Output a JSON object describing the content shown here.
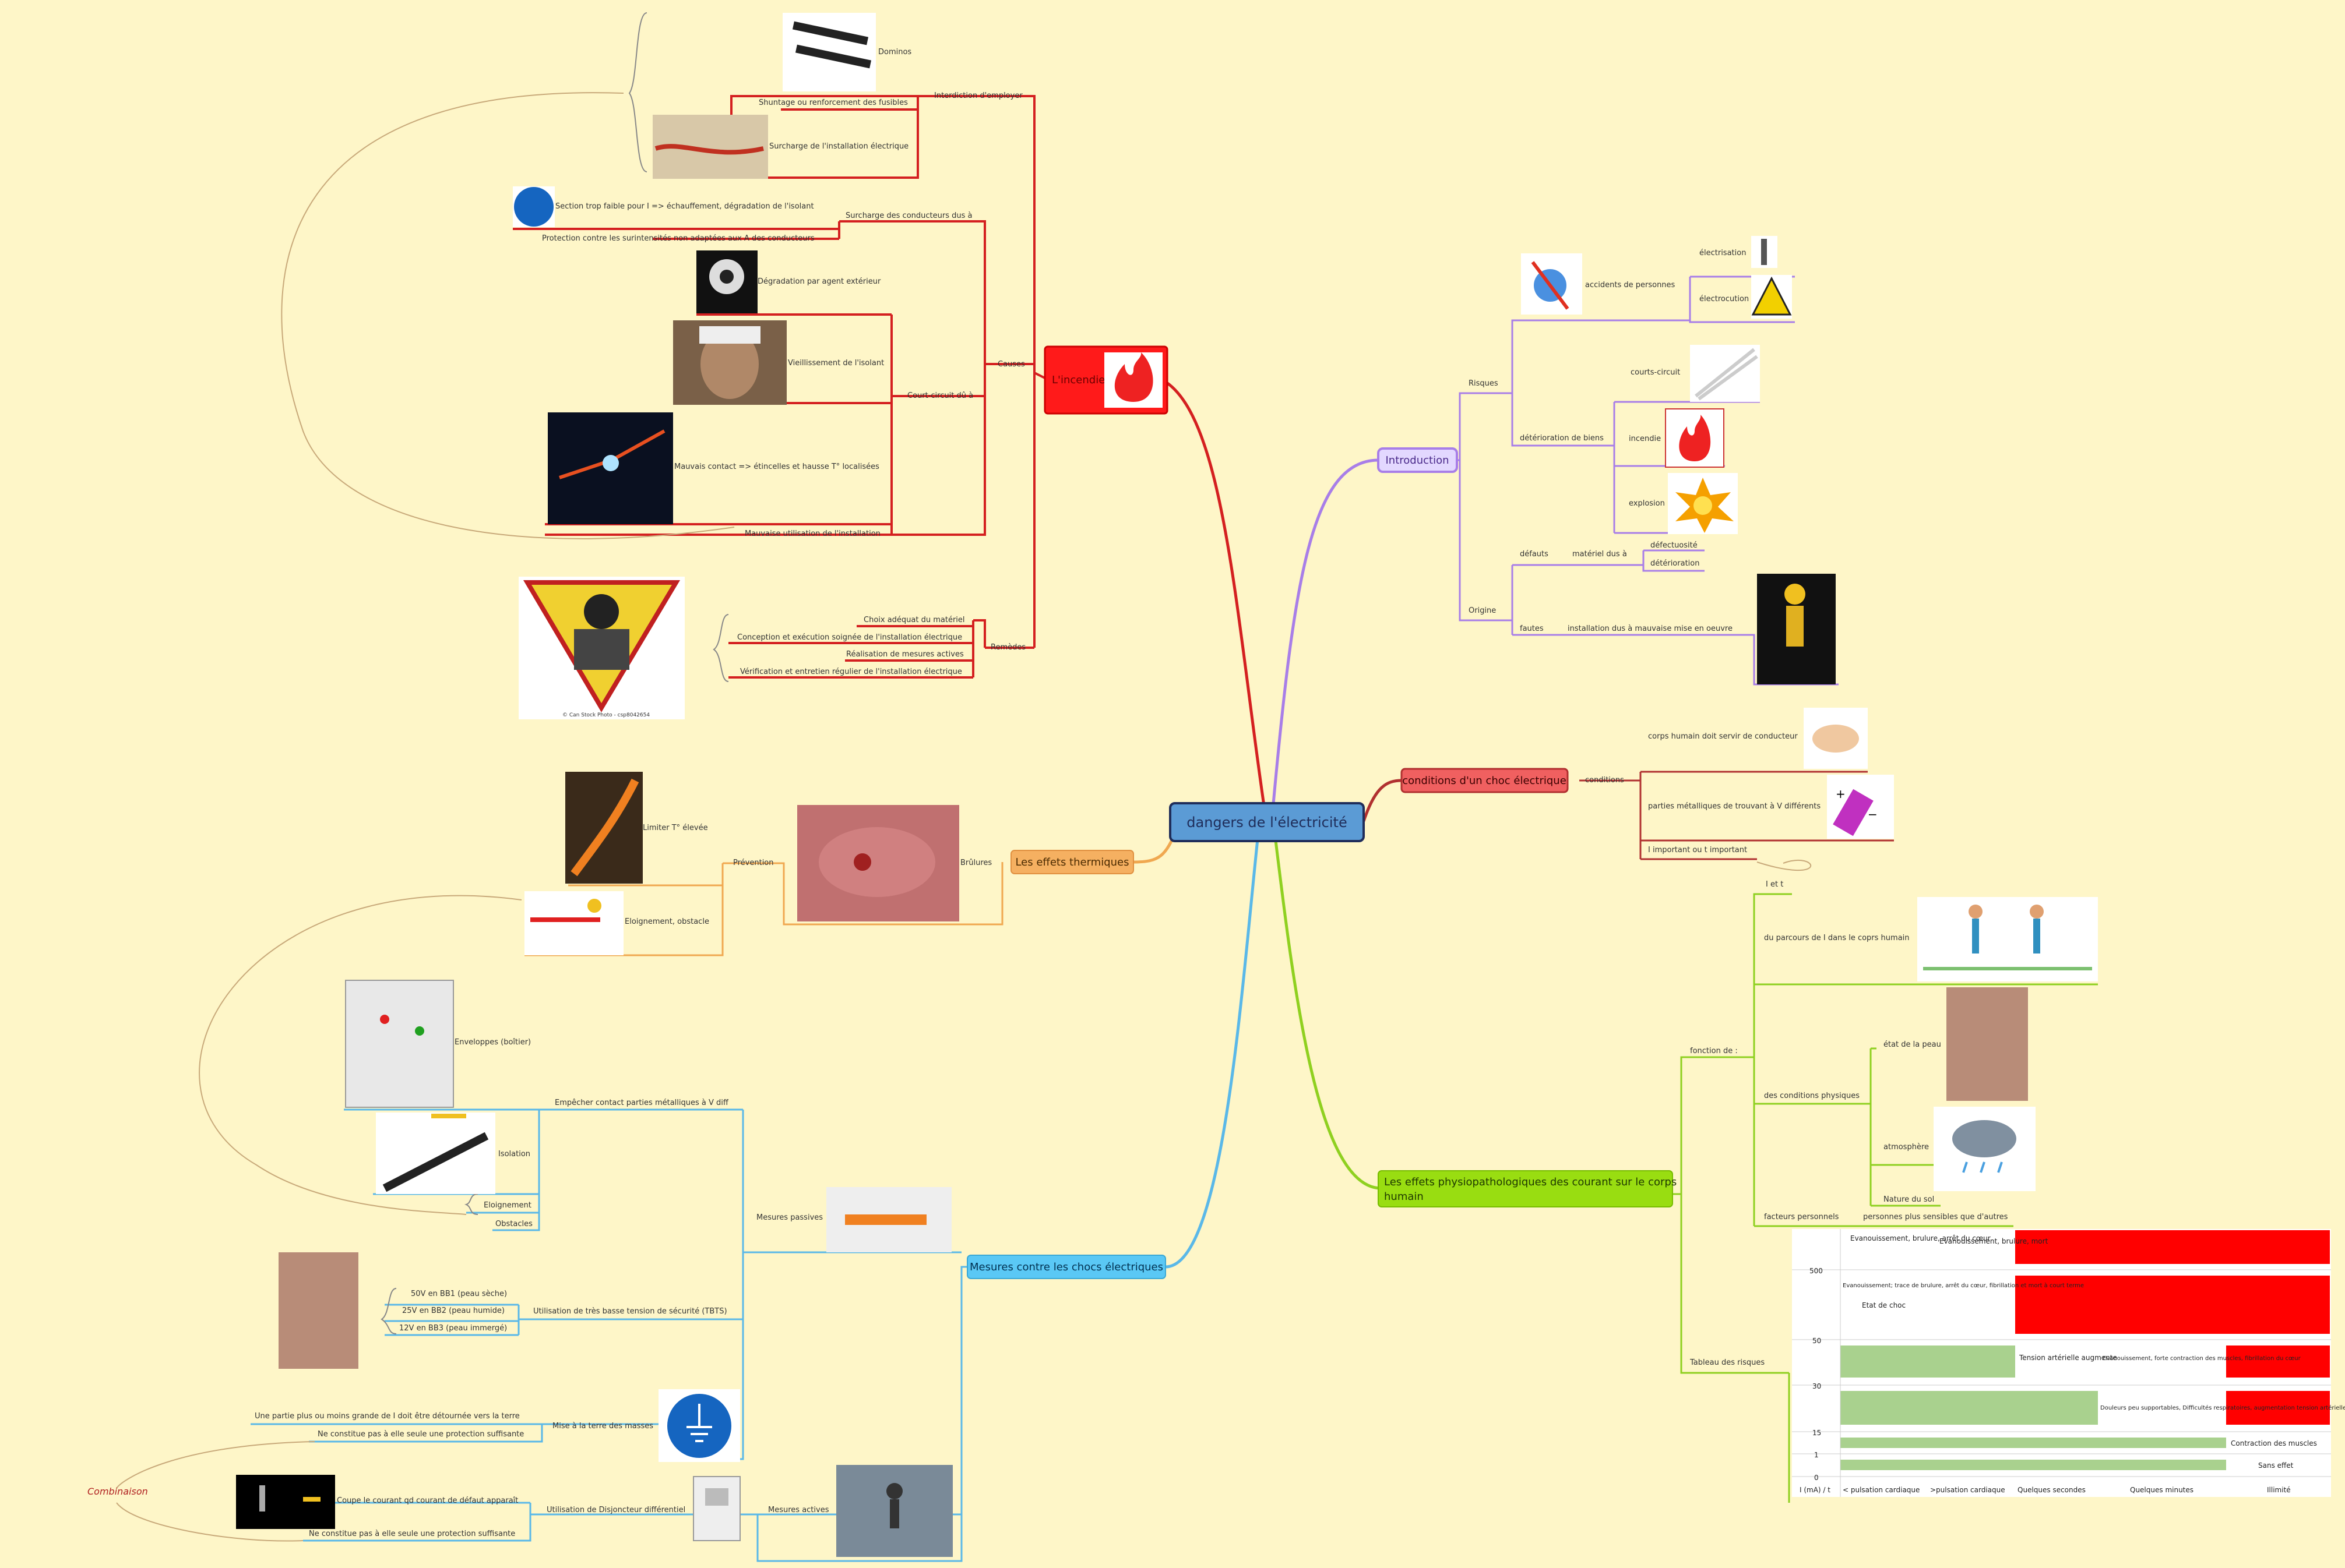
{
  "central": "dangers de l'électricité",
  "colors": {
    "background": "#fef6c8",
    "incendie": "#d42020",
    "intro": "#a87ee8",
    "choc": "#b03030",
    "physio": "#8fd020",
    "thermiques": "#f0a850",
    "mesures": "#5ab8e8",
    "central": "#5b9bd5"
  },
  "incendie": {
    "title": "L'incendie",
    "interdiction": "Interdiction d'employer",
    "dominos": "Dominos",
    "shuntage": "Shuntage ou renforcement des fusibles",
    "surcharge_install": "Surcharge de l'installation électrique",
    "causes": "Causes",
    "surcharge_cond": "Surcharge des conducteurs dus à",
    "section": "Section trop faible pour I => échauffement, dégradation de l'isolant",
    "protection": "Protection contre les surintensités non adaptées aux A des conducteurs",
    "court_circuit": "Court-circuit dû à",
    "degradation": "Dégradation par agent extérieur",
    "vieillissement": "Vieillissement de l'isolant",
    "mauvais_contact": "Mauvais contact => étincelles et hausse T° localisées",
    "mauvaise_util": "Mauvaise utilisation de l'installation",
    "remedes": "Remèdes",
    "choix": "Choix adéquat du matériel",
    "conception": "Conception et exécution soignée de l'installation électrique",
    "realisation": "Réalisation de mesures actives",
    "verification": "Vérification et entretien régulier de l'installation électrique",
    "canstock": "© Can Stock Photo - csp8042654"
  },
  "intro": {
    "title": "Introduction",
    "risques": "Risques",
    "accidents": "accidents de personnes",
    "electrisation": "électrisation",
    "electrocution": "électrocution",
    "deterioration_biens": "détérioration de biens",
    "courts_circuit": "courts-circuit",
    "incendie": "incendie",
    "explosion": "explosion",
    "origine": "Origine",
    "defauts": "défauts",
    "materiel": "matériel dus à",
    "defectuosite": "défectuosité",
    "deterioration": "détérioration",
    "fautes": "fautes",
    "installation": "installation dus à mauvaise mise en oeuvre"
  },
  "choc": {
    "title": "conditions d'un choc électrique",
    "conditions": "conditions",
    "corps": "corps humain doit servir de conducteur",
    "parties": "parties métalliques de trouvant à V différents",
    "i_important": "I important ou t important"
  },
  "physio": {
    "title": "Les effets physiopathologiques des courant sur le corps humain",
    "fonction": "fonction de :",
    "i_et_t": "I et t",
    "parcours": "du parcours de I dans le coprs humain",
    "conditions_phys": "des conditions physiques",
    "etat_peau": "état de la peau",
    "atmosphere": "atmosphère",
    "nature_sol": "Nature du sol",
    "facteurs": "facteurs personnels",
    "sensibles": "personnes plus sensibles que d'autres",
    "tableau": "Tableau des risques",
    "table": {
      "y_ticks": [
        "500",
        "50",
        "30",
        "15",
        "1",
        "0"
      ],
      "col_headers": [
        "I (mA) / t",
        "< pulsation cardiaque",
        ">pulsation cardiaque",
        "Quelques secondes",
        "Quelques minutes",
        "Illimité"
      ],
      "r1a": "Evanouissement, brulure, arrêt du cœur",
      "r1b": "Evanouissement, brulure, mort",
      "r2a": "Etat de choc",
      "r2b": "Evanouissement; trace de brulure, arrêt du cœur, fibrillation et mort à court terme",
      "r3": "Tension artérielle augmente",
      "r3b": "Evanouissement, forte contraction des muscles, fibrillation du cœur",
      "r4": "Douleurs peu supportables, Difficultés respiratoires, augmentation tension artérielle",
      "r5": "Contraction des muscles",
      "r6": "Sans effet"
    }
  },
  "thermiques": {
    "title": "Les effets thermiques",
    "brulures": "Brûlures",
    "prevention": "Prévention",
    "limiter": "Limiter T° élevée",
    "eloignement": "Eloignement, obstacle"
  },
  "mesures": {
    "title": "Mesures contre les chocs électriques",
    "passives": "Mesures passives",
    "empecher": "Empêcher contact parties métalliques à V diff",
    "enveloppes": "Enveloppes (boîtier)",
    "isolation": "Isolation",
    "eloignement": "Eloignement",
    "obstacles": "Obstacles",
    "tbts": "Utilisation de très basse tension de sécurité (TBTS)",
    "v50": "50V en BB1 (peau sèche)",
    "v25": "25V en BB2 (peau humide)",
    "v12": "12V en BB3 (peau immergé)",
    "mise_terre": "Mise à la terre des masses",
    "partie": "Une partie plus ou moins grande de I doit être détournée vers la terre",
    "ne_constitue1": "Ne constitue pas à elle seule une protection suffisante",
    "actives": "Mesures actives",
    "disjoncteur": "Utilisation de Disjoncteur différentiel",
    "coupe": "Coupe le courant qd courant de défaut apparaît",
    "ne_constitue2": "Ne constitue pas à elle seule une protection suffisante",
    "combinaison": "Combinaison"
  }
}
